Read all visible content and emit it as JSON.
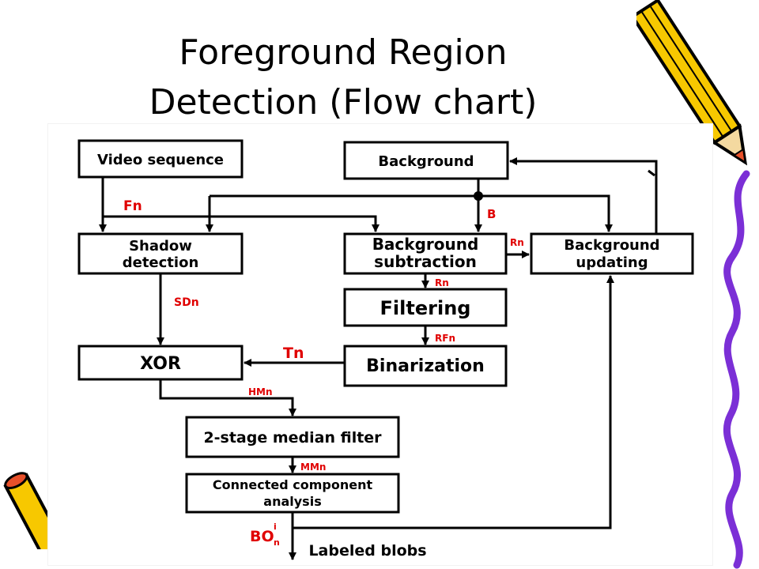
{
  "slide": {
    "title_line1": "Foreground Region",
    "title_line2": "Detection (Flow chart)"
  },
  "boxes": {
    "video_sequence": "Video sequence",
    "background": "Background",
    "shadow_detection_1": "Shadow",
    "shadow_detection_2": "detection",
    "background_subtraction_1": "Background",
    "background_subtraction_2": "subtraction",
    "background_updating_1": "Background",
    "background_updating_2": "updating",
    "filtering": "Filtering",
    "binarization": "Binarization",
    "xor": "XOR",
    "median_filter": "2-stage median filter",
    "connected_component_1": "Connected component",
    "connected_component_2": "analysis",
    "labeled_blobs": "Labeled blobs"
  },
  "signals": {
    "fn": "Fn",
    "b": "B",
    "rn_right": "Rn",
    "rn_down": "Rn",
    "sdn": "SDn",
    "rfn": "RFn",
    "tn": "Tn",
    "hmn": "HMn",
    "mmn": "MMn",
    "bo": "BO",
    "bo_sup": "i",
    "bo_sub": "n"
  },
  "colors": {
    "signal_label": "#e00000",
    "box_stroke": "#000000",
    "pencil_yellow": "#f7c800",
    "pencil_tip": "#e8502a",
    "squiggle": "#7b2fd6"
  }
}
